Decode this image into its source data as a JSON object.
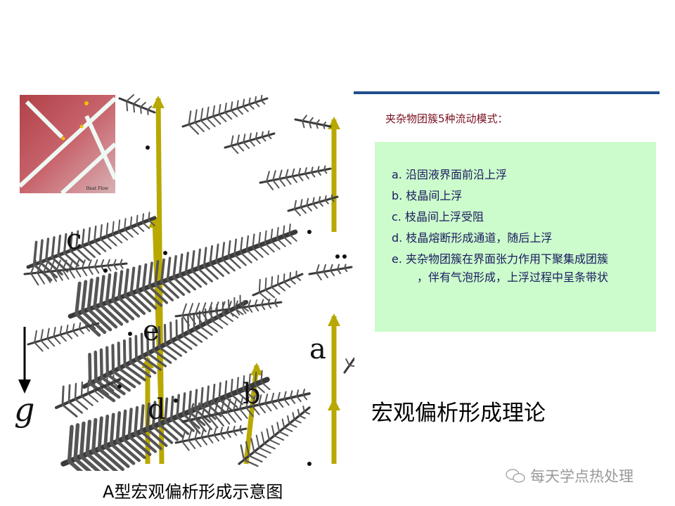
{
  "heading": "夹杂物团簇5种流动模式：",
  "modes": [
    {
      "key": "a.",
      "text": "沿固液界面前沿上浮"
    },
    {
      "key": "b.",
      "text": "枝晶间上浮"
    },
    {
      "key": "c.",
      "text": "枝晶间上浮受阻"
    },
    {
      "key": "d.",
      "text": "枝晶熔断形成通道，随后上浮"
    },
    {
      "key": "e.",
      "text": "夹杂物团簇在界面张力作用下聚集成团簇"
    }
  ],
  "mode_e_continuation": "，伴有气泡形成，上浮过程中呈条带状",
  "theory_title": "宏观偏析形成理论",
  "diagram_caption": "A型宏观偏析形成示意图",
  "diagram": {
    "labels": {
      "a": "a",
      "b": "b",
      "c": "c",
      "d": "d",
      "e": "e",
      "g": "g"
    },
    "inset_label": "Heat Flow"
  },
  "watermark": "每天学点热处理",
  "colors": {
    "accent_line": "#1f4e8c",
    "box": "#ccfccc",
    "heading": "#7a1020",
    "arrow": "#b8a800",
    "dendrite": "#3a3a3a"
  }
}
